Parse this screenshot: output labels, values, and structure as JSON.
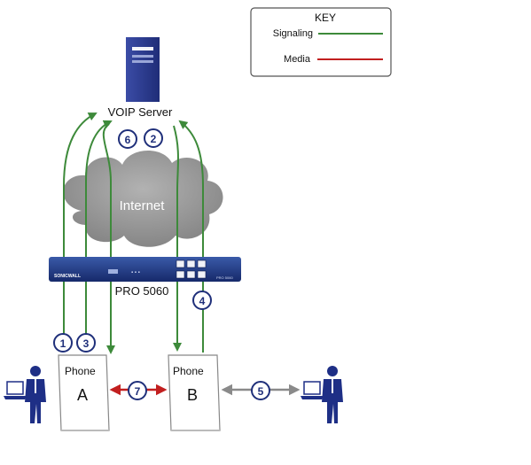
{
  "key": {
    "title": "KEY",
    "signaling": "Signaling",
    "media": "Media"
  },
  "labels": {
    "server": "VOIP Server",
    "cloud": "Internet",
    "firewall": "PRO 5060",
    "phone_a_title": "Phone",
    "phone_a_letter": "A",
    "phone_b_title": "Phone",
    "phone_b_letter": "B"
  },
  "steps": [
    "1",
    "2",
    "3",
    "4",
    "5",
    "6",
    "7"
  ],
  "device_text": {
    "brand": "SONICWALL",
    "model_small": "PRO 5060"
  },
  "colors": {
    "signaling": "#3d8a3a",
    "media": "#c21f1f",
    "lan": "#8a8a8a",
    "badge": "#1f2f7a",
    "server": "#2f3f93",
    "firewall": "#243b86",
    "person": "#1e2f86",
    "cloud": "#9a9a9a"
  }
}
